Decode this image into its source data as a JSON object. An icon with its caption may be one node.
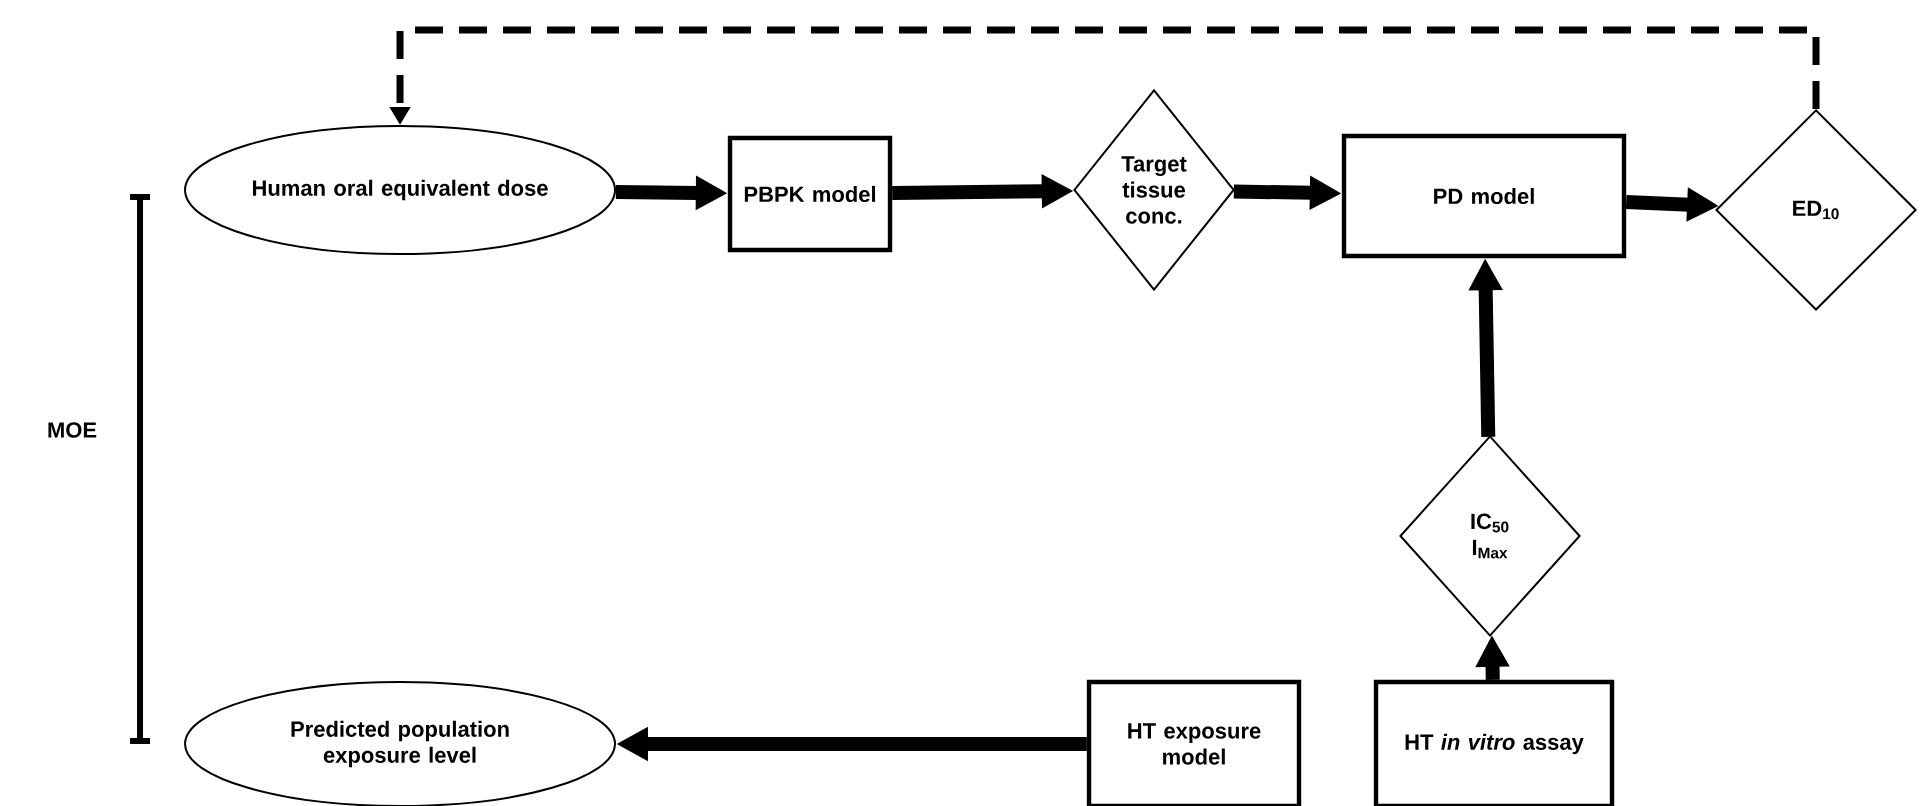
{
  "diagram": {
    "nodes": [
      {
        "text": [
          "Human oral equivalent dose"
        ]
      },
      {
        "text": [
          "PBPK model"
        ]
      },
      {
        "text": [
          "Target tissue conc."
        ]
      },
      {
        "text": [
          "PD model"
        ]
      },
      {
        "text": [
          "ED$_{10}$"
        ]
      },
      {
        "text": [
          "IC$_{50}$",
          "I$_{Max}$"
        ]
      },
      {
        "text": [
          "HT *in vitro* assay"
        ]
      },
      {
        "text": [
          "HT exposure model"
        ]
      },
      {
        "text": [
          "Predicted population exposure level"
        ]
      }
    ],
    "edges": [
      {
        "from": 0,
        "to": 1,
        "arrow": "to"
      },
      {
        "from": 1,
        "to": 2,
        "arrow": "to"
      },
      {
        "from": 2,
        "to": 3,
        "arrow": "to"
      },
      {
        "from": 3,
        "to": 4,
        "arrow": "to"
      },
      {
        "from": 5,
        "to": 3,
        "arrow": "to"
      },
      {
        "from": 6,
        "to": 5,
        "arrow": "to"
      },
      {
        "from": 7,
        "to": 8,
        "arrow": "to"
      },
      {
        "from": 4,
        "to": 0,
        "arrow": "to",
        "style": "dashed"
      }
    ],
    "labels": [
      "MOE"
    ]
  }
}
